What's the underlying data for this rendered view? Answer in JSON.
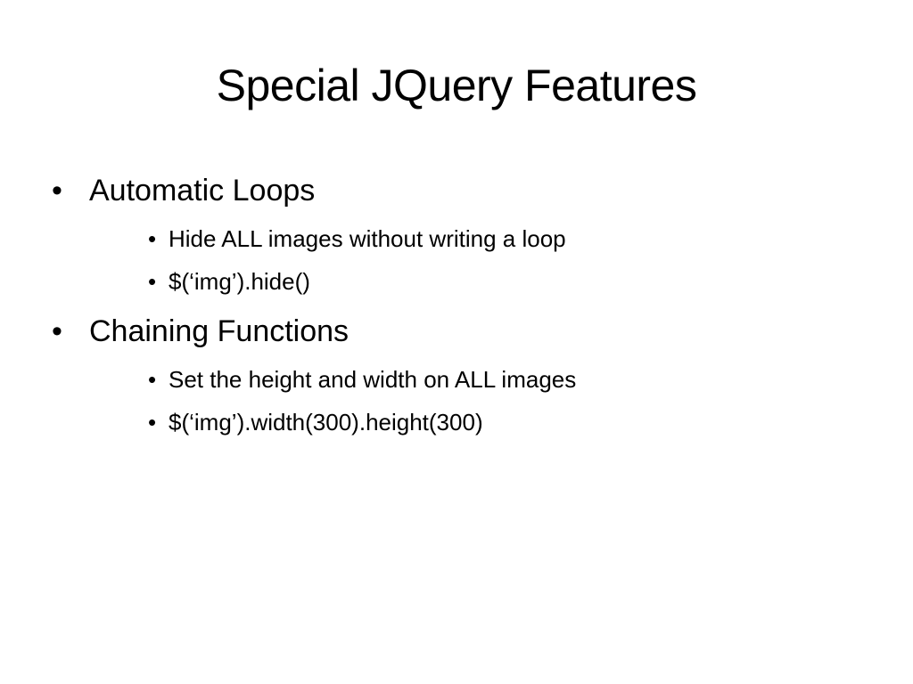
{
  "slide": {
    "title": "Special JQuery Features",
    "bullet_glyph": "•",
    "items": [
      {
        "text": "Automatic Loops",
        "subitems": [
          {
            "text": "Hide ALL images without writing a loop"
          },
          {
            "text": "$(‘img’).hide()"
          }
        ]
      },
      {
        "text": "Chaining Functions",
        "subitems": [
          {
            "text": "Set the height and width on ALL images"
          },
          {
            "text": "$(‘img’).width(300).height(300)"
          }
        ]
      }
    ]
  }
}
